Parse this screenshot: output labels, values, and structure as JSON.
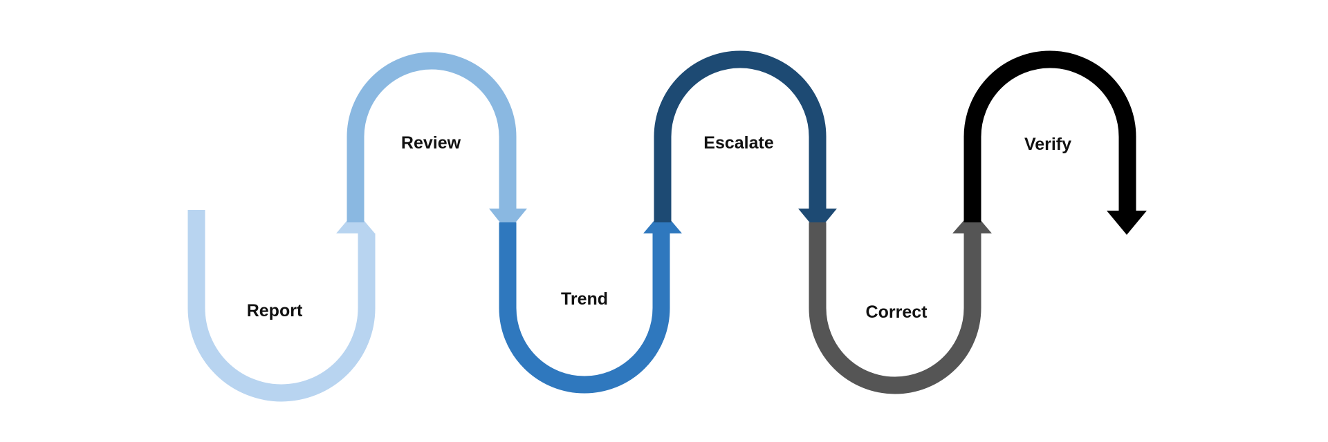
{
  "diagram": {
    "steps": [
      {
        "label": "Report",
        "color": "#b8d4f0"
      },
      {
        "label": "Review",
        "color": "#8ab8e1"
      },
      {
        "label": "Trend",
        "color": "#2f78be"
      },
      {
        "label": "Escalate",
        "color": "#1d4a73"
      },
      {
        "label": "Correct",
        "color": "#555555"
      },
      {
        "label": "Verify",
        "color": "#000000"
      }
    ]
  }
}
